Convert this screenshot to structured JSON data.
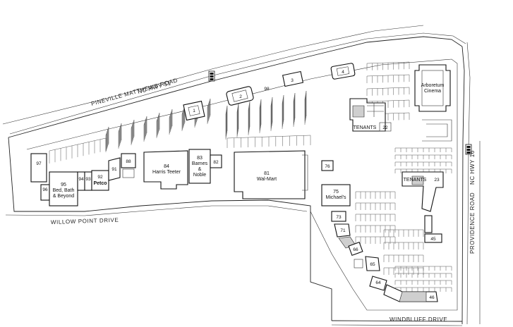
{
  "roads": {
    "pineville": "PINEVILLE MATTHEWS ROAD",
    "nc51": "NC HWY 51",
    "willow": "WILLOW POINT DRIVE",
    "providence": "PROVIDENCE ROAD",
    "nc16": "NC HWY 16",
    "windbluff": "WINDBLUFF DRIVE"
  },
  "stores": {
    "s1": "1",
    "s2": "2",
    "s3": "3",
    "s4": "4",
    "s98": "98",
    "s97": "97",
    "s95": {
      "num": "95",
      "l1": "Bed, Bath",
      "l2": "& Beyond"
    },
    "s96": "96",
    "s94": "94",
    "s93": "93",
    "s92": {
      "num": "92",
      "l1": "Petco"
    },
    "s91": "91",
    "s88": "88",
    "s84": {
      "num": "84",
      "l1": "Harris Teeter"
    },
    "s83": {
      "num": "83",
      "l1": "Barnes",
      "l2": "&",
      "l3": "Noble"
    },
    "s82": "82",
    "s81": {
      "num": "81",
      "l1": "Wal-Mart"
    },
    "s76": "76",
    "s75": {
      "num": "75",
      "l1": "Michael's"
    },
    "s73": "73",
    "s71": "71",
    "s66": "66",
    "s65": "65",
    "s64": "64",
    "s46": "46",
    "s45": "45",
    "s22": "22",
    "s23": "23",
    "arboretum": {
      "l1": "Arboretum",
      "l2": "Cinema"
    },
    "tenants1": "TENANTS",
    "tenants2": "TENANTS"
  }
}
